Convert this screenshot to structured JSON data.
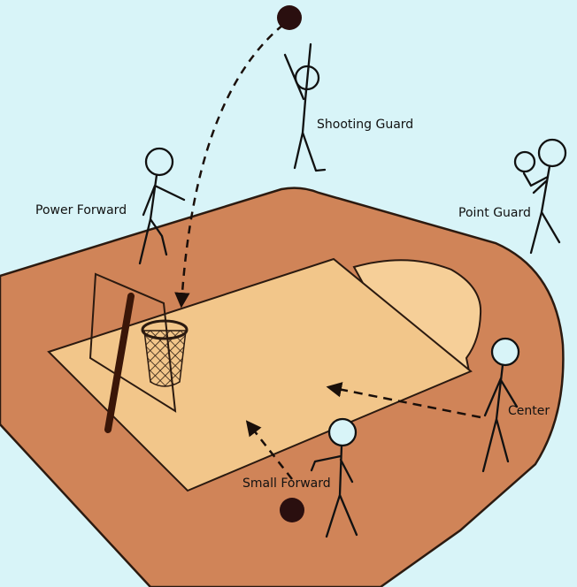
{
  "colors": {
    "background": "#d8f4f8",
    "court_outer": "#d08458",
    "court_inner": "#f2c68a",
    "court_inner_light": "#f6cf98",
    "line": "#2b1a10",
    "ball": "#2a0f0f",
    "post": "#3a1608"
  },
  "players": [
    {
      "id": "shooting-guard",
      "label": "Shooting Guard"
    },
    {
      "id": "power-forward",
      "label": "Power Forward"
    },
    {
      "id": "point-guard",
      "label": "Point Guard"
    },
    {
      "id": "center",
      "label": "Center"
    },
    {
      "id": "small-forward",
      "label": "Small Forward"
    }
  ]
}
